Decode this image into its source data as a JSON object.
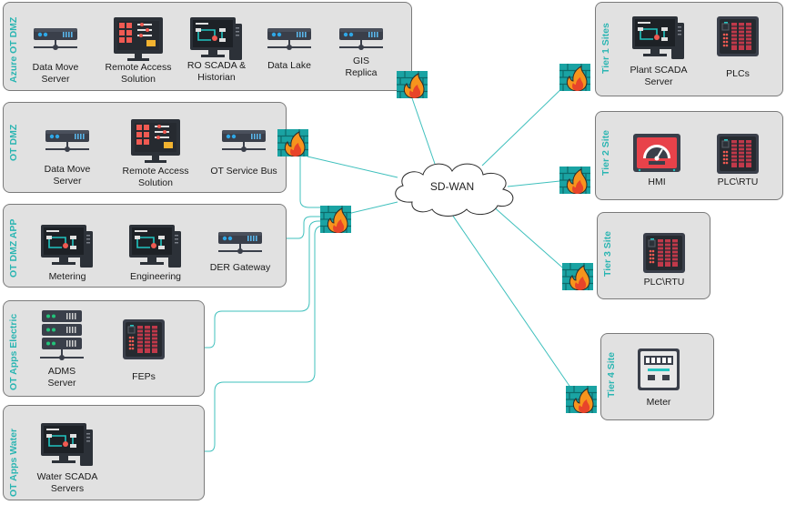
{
  "network": {
    "hub": "SD-WAN"
  },
  "zones": {
    "azure": {
      "title": "Azure OT DMZ",
      "nodes": [
        {
          "icon": "server-icon",
          "label": "Data Move\nServer"
        },
        {
          "icon": "dashboard-monitor-icon",
          "label": "Remote Access\nSolution"
        },
        {
          "icon": "scada-workstation-icon",
          "label": "RO SCADA &\nHistorian"
        },
        {
          "icon": "server-icon",
          "label": "Data Lake"
        },
        {
          "icon": "server-icon",
          "label": "GIS\nReplica"
        }
      ]
    },
    "otdmz": {
      "title": "OT DMZ",
      "nodes": [
        {
          "icon": "server-icon",
          "label": "Data Move\nServer"
        },
        {
          "icon": "dashboard-monitor-icon",
          "label": "Remote Access\nSolution"
        },
        {
          "icon": "server-icon",
          "label": "OT Service Bus"
        }
      ]
    },
    "otdmzapp": {
      "title": "OT DMZ APP",
      "nodes": [
        {
          "icon": "scada-workstation-icon",
          "label": "Metering"
        },
        {
          "icon": "scada-workstation-icon",
          "label": "Engineering"
        },
        {
          "icon": "server-icon",
          "label": "DER Gateway"
        }
      ]
    },
    "electric": {
      "title": "OT Apps Electric",
      "nodes": [
        {
          "icon": "server-rack-icon",
          "label": "ADMS\nServer"
        },
        {
          "icon": "plc-icon",
          "label": "FEPs"
        }
      ]
    },
    "water": {
      "title": "OT Apps Water",
      "nodes": [
        {
          "icon": "scada-workstation-icon",
          "label": "Water SCADA\nServers"
        }
      ]
    },
    "tier1": {
      "title": "Tier 1 Sites",
      "nodes": [
        {
          "icon": "scada-workstation-icon",
          "label": "Plant SCADA\nServer"
        },
        {
          "icon": "plc-icon",
          "label": "PLCs"
        }
      ]
    },
    "tier2": {
      "title": "Tier 2 Site",
      "nodes": [
        {
          "icon": "hmi-gauge-icon",
          "label": "HMI"
        },
        {
          "icon": "plc-icon",
          "label": "PLC\\RTU"
        }
      ]
    },
    "tier3": {
      "title": "Tier 3 Site",
      "nodes": [
        {
          "icon": "plc-icon",
          "label": "PLC\\RTU"
        }
      ]
    },
    "tier4": {
      "title": "Tier 4 Site",
      "nodes": [
        {
          "icon": "meter-icon",
          "label": "Meter"
        }
      ]
    }
  },
  "colors": {
    "accent": "#2ab5b2",
    "zone_fill": "#e1e1e1",
    "firewall_brick": "#1aa3a3",
    "flame": "#e8442a"
  }
}
